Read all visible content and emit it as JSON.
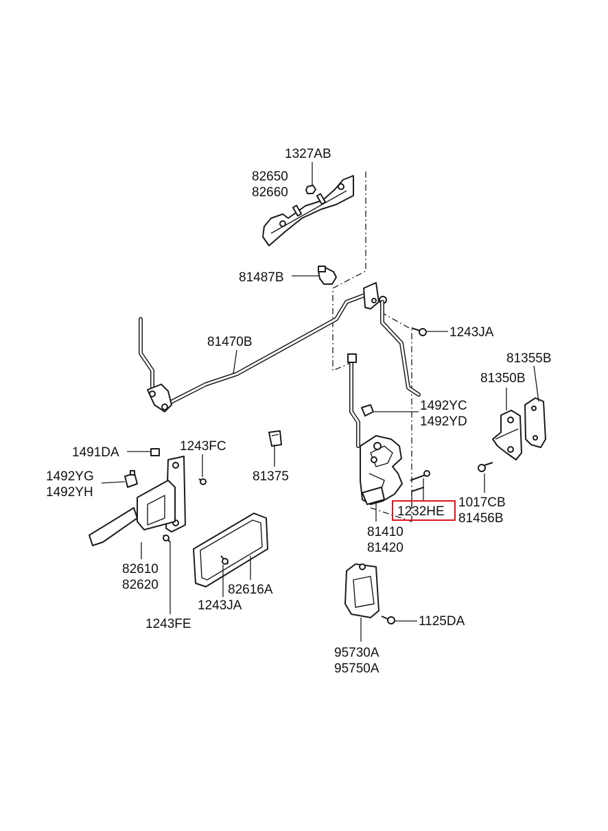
{
  "labels": {
    "l1327AB": "1327AB",
    "l82650": "82650",
    "l82660": "82660",
    "l81487B": "81487B",
    "l81470B": "81470B",
    "l1243JA_top": "1243JA",
    "l81355B": "81355B",
    "l81350B": "81350B",
    "l1492YC": "1492YC",
    "l1492YD": "1492YD",
    "l1491DA": "1491DA",
    "l1243FC": "1243FC",
    "l81375": "81375",
    "l1492YG": "1492YG",
    "l1492YH": "1492YH",
    "l1017CB": "1017CB",
    "l81456B": "81456B",
    "l1232HE": "1232HE",
    "l81410": "81410",
    "l81420": "81420",
    "l82610": "82610",
    "l82620": "82620",
    "l82616A": "82616A",
    "l1243JA_bottom": "1243JA",
    "l1243FE": "1243FE",
    "l1125DA": "1125DA",
    "l95730A": "95730A",
    "l95750A": "95750A"
  },
  "highlight": {
    "label": "1232HE",
    "color": "#e0141e"
  }
}
